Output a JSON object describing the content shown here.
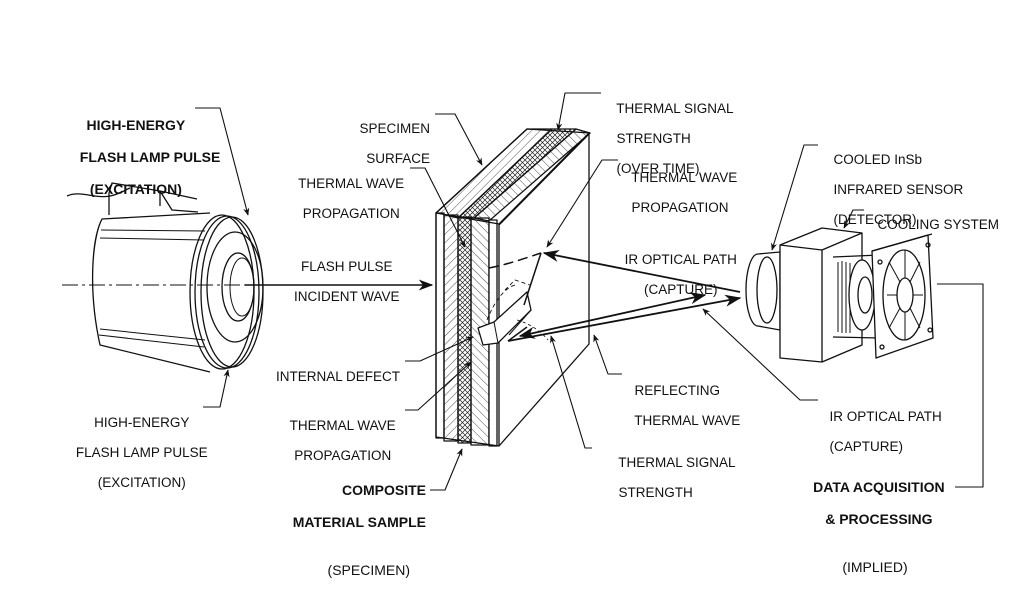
{
  "diagram": {
    "title": "Flash Thermography Non-Destructive Testing Setup",
    "components": {
      "flash_lamp": "Flash lamp",
      "specimen": "Composite specimen",
      "defect": "Internal defect",
      "sensor": "Infrared sensor",
      "cooling": "Cooling system with fan"
    },
    "labels": {
      "flash_lamp_top": {
        "line1": "HIGH-ENERGY",
        "line2": "FLASH LAMP PULSE",
        "line3": "(EXCITATION)"
      },
      "flash_lamp_bottom": {
        "line1": "HIGH-ENERGY",
        "line2": "FLASH LAMP PULSE",
        "line3": "(EXCITATION)"
      },
      "specimen_surface": {
        "line1": "SPECIMEN",
        "line2": "SURFACE"
      },
      "thermal_wave_left_top": {
        "line1": "THERMAL WAVE",
        "line2": "PROPAGATION"
      },
      "flash_pulse": {
        "line1": "FLASH PULSE",
        "line2": "INCIDENT WAVE"
      },
      "internal_defect": {
        "line1": "INTERNAL DEFECT"
      },
      "thermal_wave_left_bottom": {
        "line1": "THERMAL WAVE",
        "line2": "PROPAGATION"
      },
      "composite_sample": {
        "line1": "COMPOSITE",
        "line2": "MATERIAL SAMPLE",
        "line3": "(SPECIMEN)"
      },
      "signal_over_time": {
        "line1": "THERMAL SIGNAL",
        "line2": "STRENGTH",
        "line3": "(OVER TIME)"
      },
      "thermal_wave_right": {
        "line1": "THERMAL WAVE",
        "line2": "PROPAGATION"
      },
      "ir_path_top": {
        "line1": "IR OPTICAL PATH",
        "line2": "(CAPTURE)"
      },
      "reflecting_wave": {
        "line1": "REFLECTING",
        "line2": "THERMAL WAVE"
      },
      "signal_strength": {
        "line1": "THERMAL SIGNAL",
        "line2": "STRENGTH"
      },
      "sensor": {
        "line1": "COOLED InSb",
        "line2": "INFRARED SENSOR",
        "line3": "(DETECTOR)"
      },
      "cooling_system": {
        "line1": "COOLING SYSTEM"
      },
      "ir_path_bottom": {
        "line1": "IR OPTICAL PATH",
        "line2": "(CAPTURE)"
      },
      "data_acq": {
        "line1": "DATA ACQUISITION",
        "line2": "& PROCESSING",
        "line3": "(IMPLIED)"
      }
    },
    "colors": {
      "ink": "#111111",
      "background": "#ffffff"
    }
  }
}
